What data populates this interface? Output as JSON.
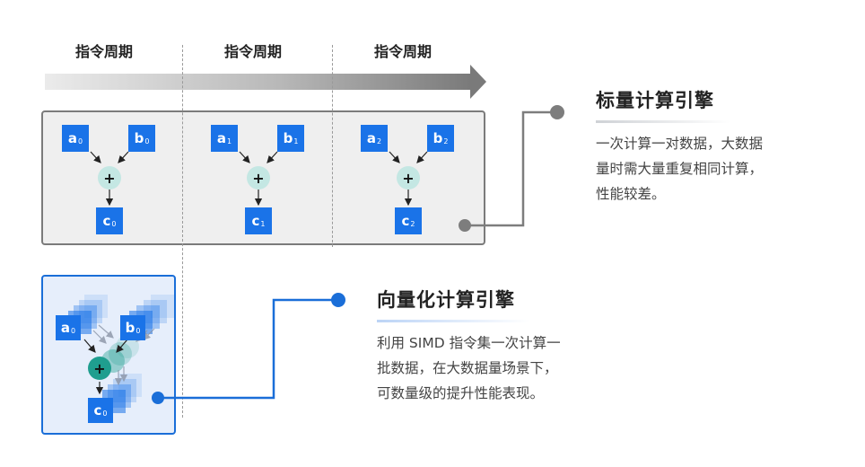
{
  "timeline": {
    "cycle_labels": [
      "指令周期",
      "指令周期",
      "指令周期"
    ]
  },
  "scalar_engine": {
    "title": "标量计算引擎",
    "description_lines": [
      "一次计算一对数据，大数据",
      "量时需大量重复相同计算，",
      "性能较差。"
    ],
    "ops": [
      {
        "a": "a",
        "a_sub": "0",
        "b": "b",
        "b_sub": "0",
        "op": "+",
        "c": "c",
        "c_sub": "0"
      },
      {
        "a": "a",
        "a_sub": "1",
        "b": "b",
        "b_sub": "1",
        "op": "+",
        "c": "c",
        "c_sub": "1"
      },
      {
        "a": "a",
        "a_sub": "2",
        "b": "b",
        "b_sub": "2",
        "op": "+",
        "c": "c",
        "c_sub": "2"
      }
    ]
  },
  "vector_engine": {
    "title": "向量化计算引擎",
    "description_lines": [
      "利用 SIMD 指令集一次计算一",
      "批数据，在大数据量场景下，",
      "可数量级的提升性能表现。"
    ],
    "op": {
      "a": "a",
      "a_sub": "0",
      "b": "b",
      "b_sub": "0",
      "op": "+",
      "c": "c",
      "c_sub": "0"
    }
  },
  "colors": {
    "primary_blue": "#1a73e8",
    "scalar_border": "#7b7b7b",
    "vector_border": "#1a6ed8",
    "plus_light": "#c4e7e3",
    "plus_dark": "#1f9e8f",
    "connector_gray": "#7d7d7d",
    "connector_blue": "#1a6ed8"
  }
}
